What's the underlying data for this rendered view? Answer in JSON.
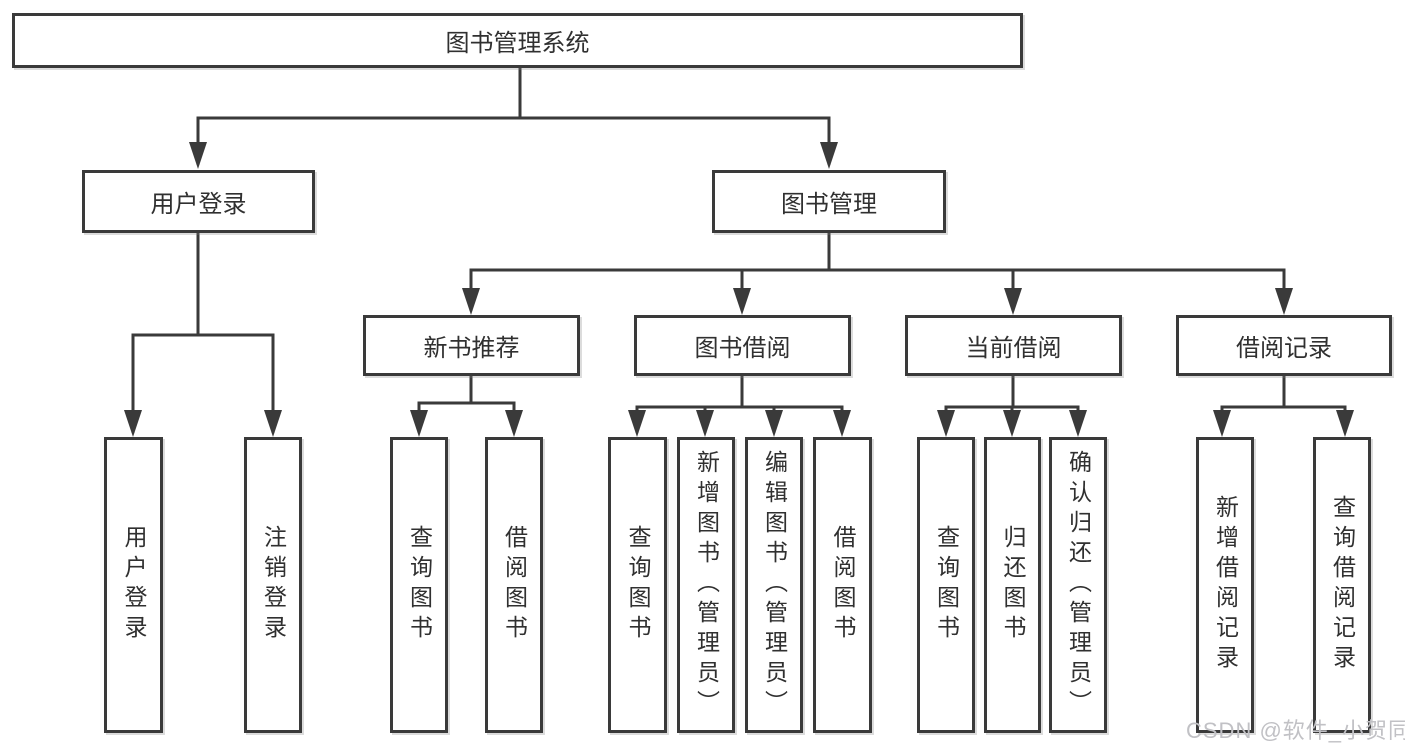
{
  "diagram_type": "hierarchy-tree",
  "tree": {
    "label": "图书管理系统",
    "children": [
      {
        "label": "用户登录",
        "children": [
          {
            "label": "用户登录"
          },
          {
            "label": "注销登录"
          }
        ]
      },
      {
        "label": "图书管理",
        "children": [
          {
            "label": "新书推荐",
            "children": [
              {
                "label": "查询图书"
              },
              {
                "label": "借阅图书"
              }
            ]
          },
          {
            "label": "图书借阅",
            "children": [
              {
                "label": "查询图书"
              },
              {
                "label": "新增图书（管理员）"
              },
              {
                "label": "编辑图书（管理员）"
              },
              {
                "label": "借阅图书"
              }
            ]
          },
          {
            "label": "当前借阅",
            "children": [
              {
                "label": "查询图书"
              },
              {
                "label": "归还图书"
              },
              {
                "label": "确认归还（管理员）"
              }
            ]
          },
          {
            "label": "借阅记录",
            "children": [
              {
                "label": "新增借阅记录"
              },
              {
                "label": "查询借阅记录"
              }
            ]
          }
        ]
      }
    ]
  },
  "watermark": "CSDN @软件_小贺同学",
  "colors": {
    "line": "#3a3a3a",
    "text": "#303030",
    "watermark": "#c1c1c5",
    "background": "#ffffff"
  }
}
